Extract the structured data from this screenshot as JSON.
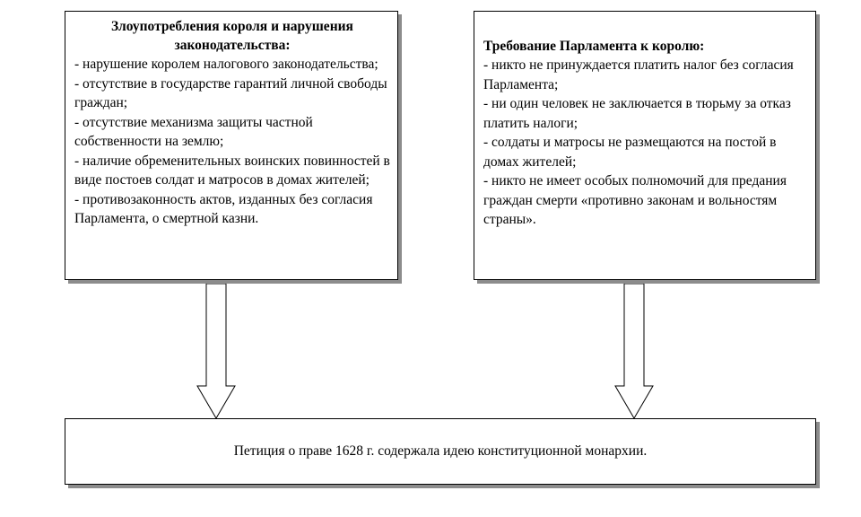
{
  "left_box": {
    "title": "Злоупотребления короля и нарушения законодательства:",
    "items": [
      "- нарушение королем налогового законодательства;",
      "- отсутствие в государстве гарантий личной свободы граждан;",
      "- отсутствие механизма защиты частной собственности на землю;",
      "- наличие обременительных воинских повинностей в виде постоев солдат и матросов в домах жителей;",
      "- противозаконность актов, изданных без согласия Парламента, о смертной казни."
    ]
  },
  "right_box": {
    "title": "Требование Парламента к королю:",
    "items": [
      "- никто не принуждается платить налог без согласия Парламента;",
      "- ни один человек не заключается в тюрьму за отказ платить налоги;",
      "- солдаты и матросы не размещаются на постой в домах жителей;",
      "- никто не имеет особых полномочий для предания граждан смерти «противно законам и вольностям страны»."
    ]
  },
  "conclusion": "Петиция о праве 1628 г. содержала идею конституционной монархии.",
  "colors": {
    "border": "#000000",
    "shadow": "#8c8c8c",
    "background": "#ffffff"
  }
}
